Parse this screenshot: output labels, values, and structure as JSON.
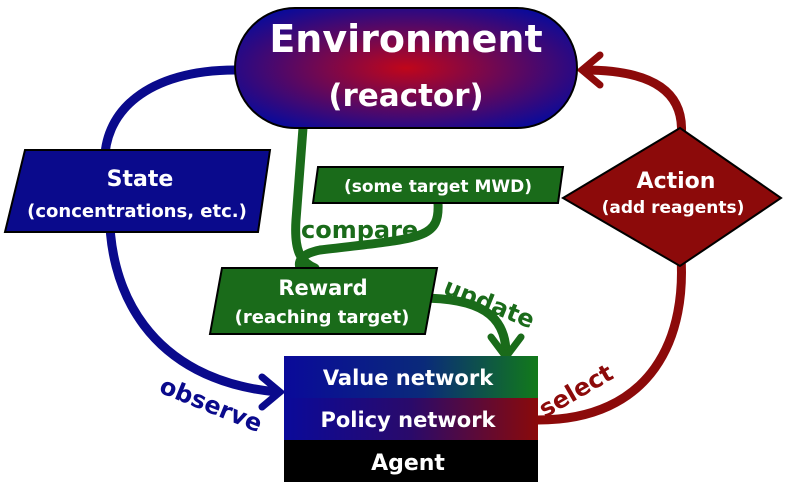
{
  "environment": {
    "title": "Environment",
    "subtitle": "(reactor)"
  },
  "state": {
    "title": "State",
    "subtitle": "(concentrations, etc.)"
  },
  "target": {
    "label": "(some target MWD)"
  },
  "reward": {
    "title": "Reward",
    "subtitle": "(reaching target)"
  },
  "action": {
    "title": "Action",
    "subtitle": "(add reagents)"
  },
  "agent": {
    "value_network": "Value network",
    "policy_network": "Policy network",
    "label": "Agent"
  },
  "edges": {
    "compare": "compare",
    "update": "update",
    "observe": "observe",
    "select": "select"
  },
  "colors": {
    "blue": "#0a0a8c",
    "green": "#1a6b1a",
    "red": "#8c0a0a",
    "black": "#000000"
  }
}
